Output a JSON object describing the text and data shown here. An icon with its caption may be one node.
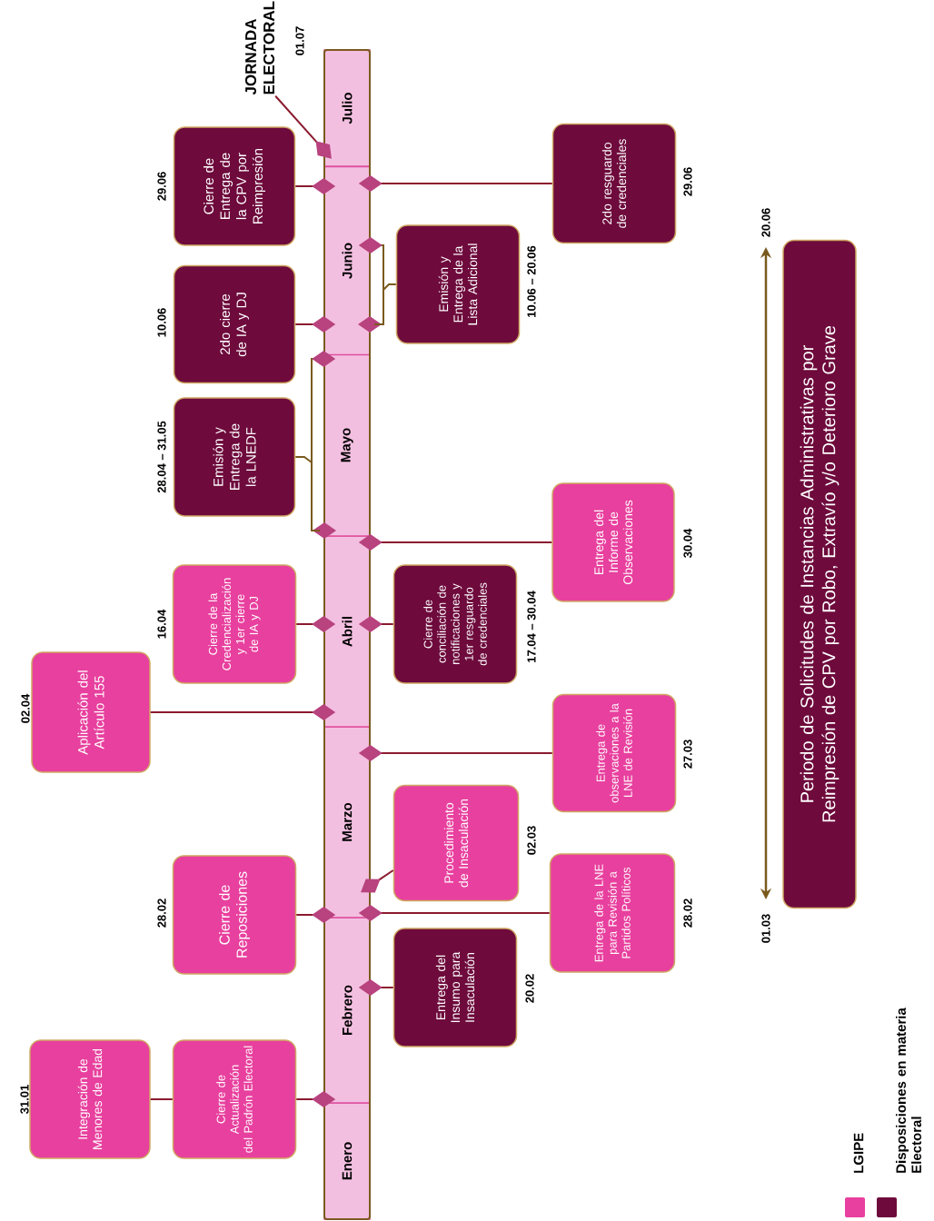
{
  "diagram": {
    "nodes": [
      {
        "text": [
          "Enero"
        ]
      },
      {
        "text": [
          "Febrero"
        ]
      },
      {
        "text": [
          "Marzo"
        ]
      },
      {
        "text": [
          "Abril"
        ]
      },
      {
        "text": [
          "Mayo"
        ]
      },
      {
        "text": [
          "Junio"
        ]
      },
      {
        "text": [
          "Julio"
        ]
      },
      {
        "text": [
          "JORNADA ELECTORAL"
        ],
        "beside": [
          "01.07"
        ]
      },
      {
        "text": [
          "Integración de Menores de Edad"
        ],
        "beside": [
          "31.01"
        ]
      },
      {
        "text": [
          "Cierre de Actualización del Padrón Electoral"
        ]
      },
      {
        "text": [
          "Entrega del Insumo para Insaculación"
        ],
        "beside": [
          "20.02"
        ]
      },
      {
        "text": [
          "Cierre de Reposiciones"
        ],
        "beside": [
          "28.02"
        ]
      },
      {
        "text": [
          "Entrega de la LNE para Revisión a Partidos Políticos"
        ],
        "beside": [
          "28.02"
        ]
      },
      {
        "text": [
          "Procedimiento de Insaculación"
        ],
        "beside": [
          "02.03"
        ]
      },
      {
        "text": [
          "Entrega de observaciones a la LNE de Revisión"
        ],
        "beside": [
          "27.03"
        ]
      },
      {
        "text": [
          "Aplicación del Artículo 155"
        ],
        "beside": [
          "02.04"
        ]
      },
      {
        "text": [
          "Cierre de la Credencialización y 1er cierre de IA y DJ"
        ],
        "beside": [
          "16.04"
        ]
      },
      {
        "text": [
          "Cierre de conciliación de notificaciones y 1er resguardo de credenciales"
        ],
        "beside": [
          "17.04 – 30.04"
        ]
      },
      {
        "text": [
          "Emisión y Entrega de la LNEDF"
        ],
        "beside": [
          "28.04 – 31.05"
        ]
      },
      {
        "text": [
          "Entrega del Informe de Observaciones"
        ],
        "beside": [
          "30.04"
        ]
      },
      {
        "text": [
          "Emisión y Entrega de la Lista Adicional"
        ],
        "beside": [
          "10.06 – 20.06"
        ]
      },
      {
        "text": [
          "2do cierre de IA y DJ"
        ],
        "beside": [
          "10.06"
        ]
      },
      {
        "text": [
          "Cierre de Entrega de la CPV por Reimpresión"
        ],
        "beside": [
          "29.06"
        ]
      },
      {
        "text": [
          "2do resguardo de credenciales"
        ],
        "beside": [
          "29.06"
        ]
      },
      {
        "text": [
          "Periodo de Solicitudes de Instancias Administrativas por Reimpresión de CPV por Robo, Extravío y/o Deterioro Grave"
        ]
      }
    ],
    "edges": [
      {
        "from": 7,
        "to": 6,
        "arrow": "other"
      },
      {
        "from": 8,
        "to": 9,
        "arrow": "none"
      },
      {
        "from": 9,
        "to": 0,
        "arrow": "other"
      },
      {
        "from": 10,
        "to": 1,
        "arrow": "other"
      },
      {
        "from": 11,
        "to": 1,
        "arrow": "other"
      },
      {
        "from": 12,
        "to": 1,
        "arrow": "other"
      },
      {
        "from": 13,
        "to": 2,
        "arrow": "other"
      },
      {
        "from": 14,
        "to": 2,
        "arrow": "other"
      },
      {
        "from": 15,
        "to": 3,
        "arrow": "other"
      },
      {
        "from": 16,
        "to": 3,
        "arrow": "other"
      },
      {
        "from": 17,
        "to": 3,
        "arrow": "other"
      },
      {
        "from": 18,
        "to": 4,
        "arrow": "other",
        "color": "#7a5a1e"
      },
      {
        "from": 19,
        "to": 3,
        "arrow": "other"
      },
      {
        "from": 20,
        "to": 5,
        "arrow": "other",
        "color": "#7a5a1e"
      },
      {
        "from": 21,
        "to": 5,
        "arrow": "other"
      },
      {
        "from": 22,
        "to": 5,
        "arrow": "other"
      },
      {
        "from": 23,
        "to": 5,
        "arrow": "other"
      }
    ],
    "labels": [
      "20.06",
      "01.03"
    ],
    "legend": [
      {
        "text": "LGIPE",
        "color": "#e8409e"
      },
      {
        "text": "Disposiciones en materia Electoral",
        "color": "#6e0a3c"
      }
    ]
  }
}
